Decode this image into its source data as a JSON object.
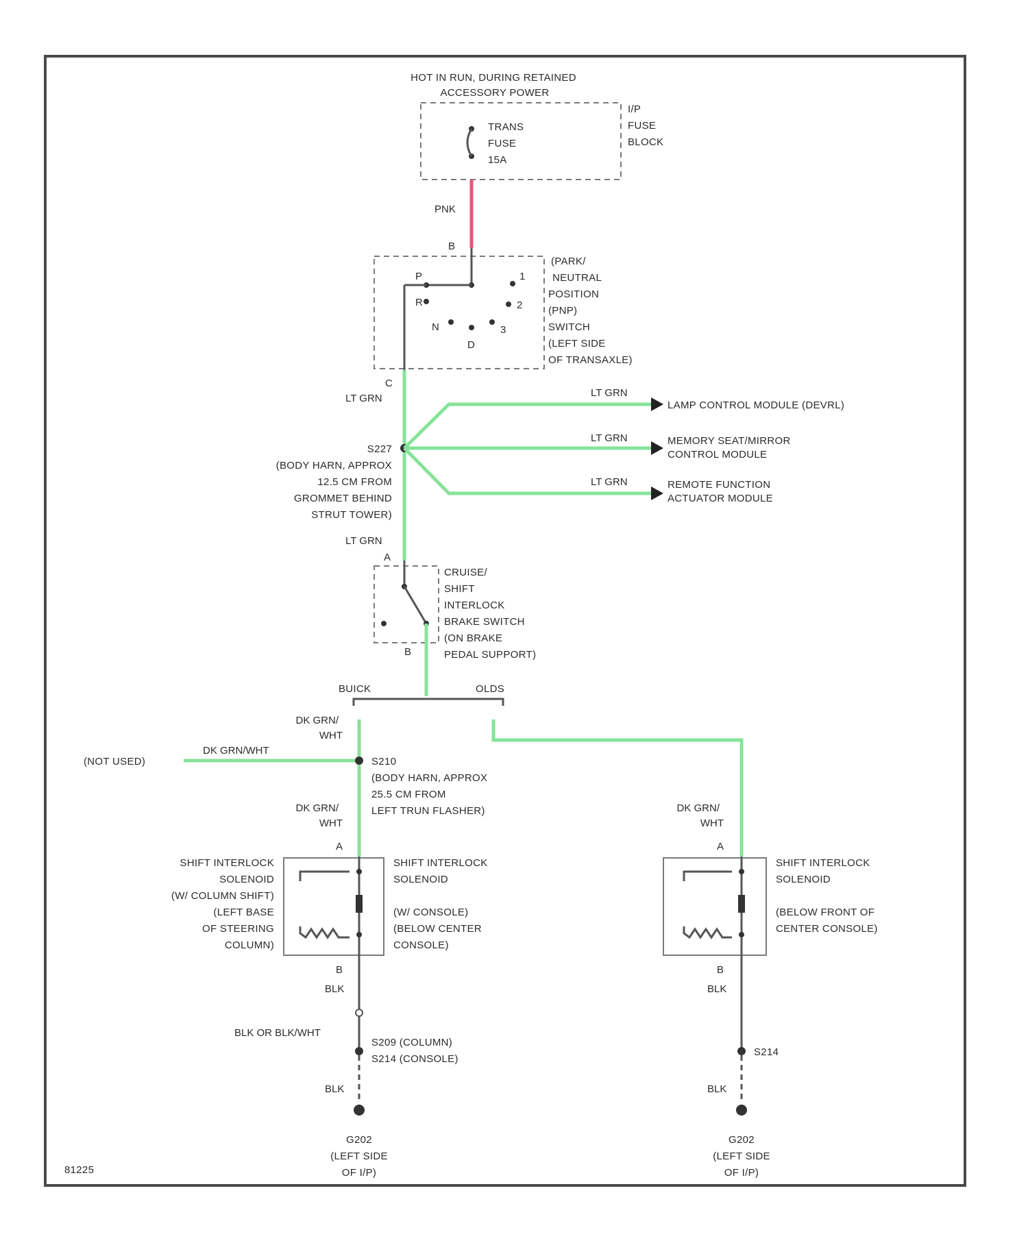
{
  "power_header": [
    "HOT IN RUN, DURING RETAINED",
    "ACCESSORY POWER"
  ],
  "ip_fuse_block": [
    "I/P",
    "FUSE",
    "BLOCK"
  ],
  "fuse_labels": [
    "TRANS",
    "FUSE",
    "15A"
  ],
  "wire_pnk": "PNK",
  "pnp_pin_top": "B",
  "pnp_switch_label": [
    "(PARK/",
    "NEUTRAL",
    "POSITION",
    "(PNP)",
    "SWITCH",
    "(LEFT SIDE",
    "OF TRANSAXLE)"
  ],
  "pnp_positions": [
    "P",
    "R",
    "N",
    "D",
    "3",
    "2",
    "1"
  ],
  "pnp_pin_bottom": "C",
  "wire_lt_grn": "LT GRN",
  "splice_s227": [
    "S227",
    "(BODY HARN, APPROX",
    "12.5 CM FROM",
    "GROMMET BEHIND",
    "STRUT TOWER)"
  ],
  "branch_destinations": [
    {
      "wire": "LT GRN",
      "label": [
        "LAMP CONTROL MODULE (DEVRL)"
      ]
    },
    {
      "wire": "LT GRN",
      "label": [
        "MEMORY SEAT/MIRROR",
        "CONTROL MODULE"
      ]
    },
    {
      "wire": "LT GRN",
      "label": [
        "REMOTE FUNCTION",
        "ACTUATOR MODULE"
      ]
    }
  ],
  "brake_switch_pin_top": "A",
  "brake_switch_label": [
    "CRUISE/",
    "SHIFT",
    "INTERLOCK",
    "BRAKE SWITCH",
    "(ON BRAKE",
    "PEDAL SUPPORT)"
  ],
  "brake_switch_pin_bottom": "B",
  "variant_left": "BUICK",
  "variant_right": "OLDS",
  "wire_dkgrn_wht": [
    "DK GRN/",
    "WHT"
  ],
  "not_used": "(NOT USED)",
  "wire_dkgrn_wht_inline": "DK GRN/WHT",
  "splice_s210": [
    "S210",
    "(BODY HARN, APPROX",
    "25.5 CM FROM",
    "LEFT TRUN FLASHER)"
  ],
  "solenoid_pin_a": "A",
  "solenoid_pin_b": "B",
  "solenoid_left_outer": [
    "SHIFT INTERLOCK",
    "SOLENOID",
    "(W/ COLUMN SHIFT)",
    "(LEFT BASE",
    "OF STEERING",
    "COLUMN)"
  ],
  "solenoid_left_inner": [
    "SHIFT INTERLOCK",
    "SOLENOID",
    "",
    "(W/ CONSOLE)",
    "(BELOW CENTER",
    "CONSOLE)"
  ],
  "solenoid_right": [
    "SHIFT INTERLOCK",
    "SOLENOID",
    "",
    "(BELOW FRONT OF",
    "CENTER CONSOLE)"
  ],
  "wire_blk": "BLK",
  "wire_blk_or_blkwht": "BLK OR BLK/WHT",
  "splice_s209_s214": [
    "S209 (COLUMN)",
    "S214 (CONSOLE)"
  ],
  "splice_s214": "S214",
  "ground_g202": [
    "G202",
    "(LEFT SIDE",
    "OF I/P)"
  ],
  "figure_id": "81225",
  "colors": {
    "pnk_wire": "#e8557a",
    "lt_grn_wire": "#86e39a",
    "blk_wire": "#555555",
    "frame": "#4a4a4a"
  }
}
